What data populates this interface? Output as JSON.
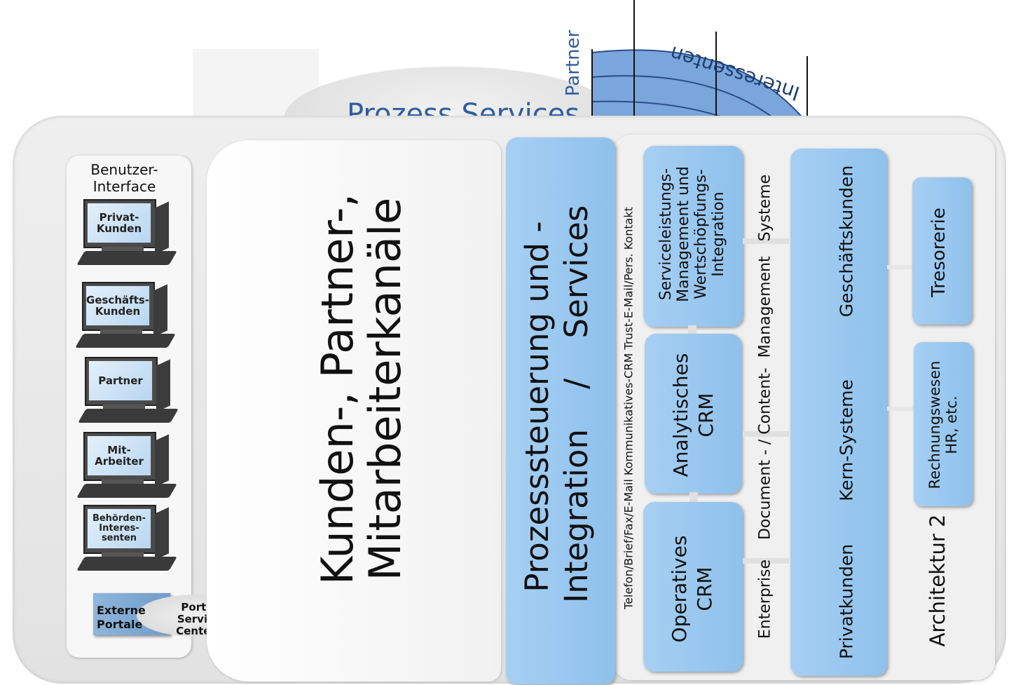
{
  "background": {
    "cloud_title": "Prozess Services",
    "arc_labels": [
      "Partner",
      "Interessenten"
    ]
  },
  "user_interface": {
    "title": "Benutzer-\nInterface",
    "terminals": [
      {
        "label": "Privat-\nKunden"
      },
      {
        "label": "Geschäfts-\nKunden"
      },
      {
        "label": "Partner"
      },
      {
        "label": "Mit-\nArbeiter"
      },
      {
        "label": "Behörden-\nInteres-\nsenten"
      }
    ],
    "external_portals": "Externe\nPortale",
    "portal_service_centers": "Portal\nService Centers"
  },
  "channels": {
    "title": "Kunden-, Partner-,\nMitarbeiterkanäle"
  },
  "process": {
    "title": "Prozesssteuerung und -\nIntegration    /    Services"
  },
  "communication": {
    "label": "Telefon/Brief/Fax/E-Mail Kommunikatives-CRM Trust-E-Mail/Pers. Kontakt"
  },
  "crm": {
    "service": "Serviceleistungs-\nManagement und\nWertschöpfungs-\nIntegration",
    "analytic": "Analytisches\nCRM",
    "operative": "Operatives\nCRM"
  },
  "content_management": {
    "label": "Enterprise    Document - / Content-  Management   Systeme"
  },
  "core_systems": {
    "privat": "Privatkunden",
    "kern": "Kern-Systeme",
    "geschaeft": "Geschäftskunden"
  },
  "treasury": {
    "label": "Tresorerie"
  },
  "accounting": {
    "label": "Rechnungswesen\nHR, etc."
  },
  "footer": {
    "label": "Architektur 2"
  },
  "colors": {
    "box_blue": "#9cc8ef",
    "panel_grey": "#e8e8e8",
    "arc_blue": "#6e9bd6"
  }
}
